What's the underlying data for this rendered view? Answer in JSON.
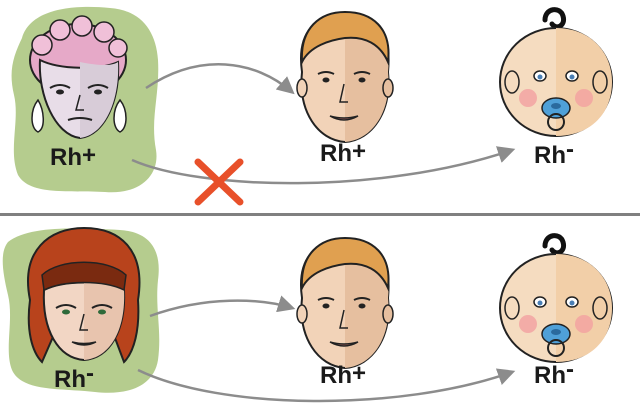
{
  "rows": [
    {
      "grandmother": {
        "label_main": "Rh",
        "label_sign": "+"
      },
      "parent": {
        "label_main": "Rh",
        "label_sign": "+"
      },
      "child": {
        "label_main": "Rh",
        "label_sign": "-"
      },
      "direct_link_blocked": true
    },
    {
      "grandmother": {
        "label_main": "Rh",
        "label_sign": "-"
      },
      "parent": {
        "label_main": "Rh",
        "label_sign": "+"
      },
      "child": {
        "label_main": "Rh",
        "label_sign": "-"
      },
      "direct_link_blocked": false
    }
  ],
  "colors": {
    "blob": "#b5cc8e",
    "arrow": "#8c8c8c",
    "cross": "#e8502a",
    "divider": "#808080"
  }
}
